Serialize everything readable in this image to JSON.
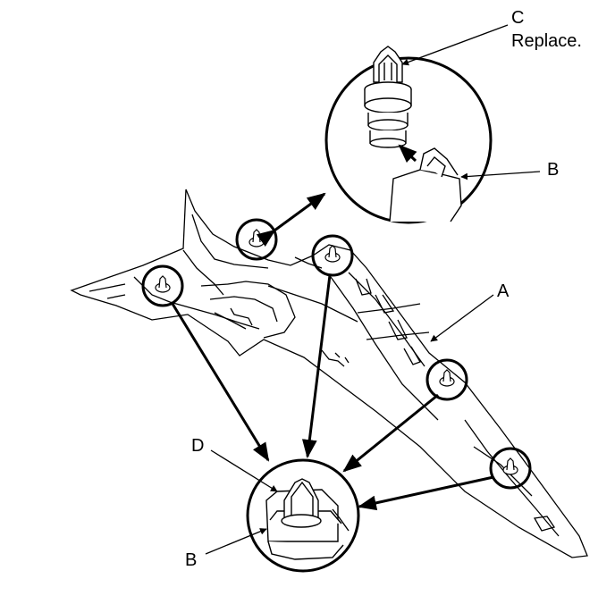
{
  "figure": {
    "labels": {
      "c": "C",
      "replace": "Replace.",
      "b_detail": "B",
      "a": "A",
      "d": "D",
      "b_socket": "B"
    },
    "colors": {
      "line": "#000000",
      "background": "#ffffff"
    }
  }
}
